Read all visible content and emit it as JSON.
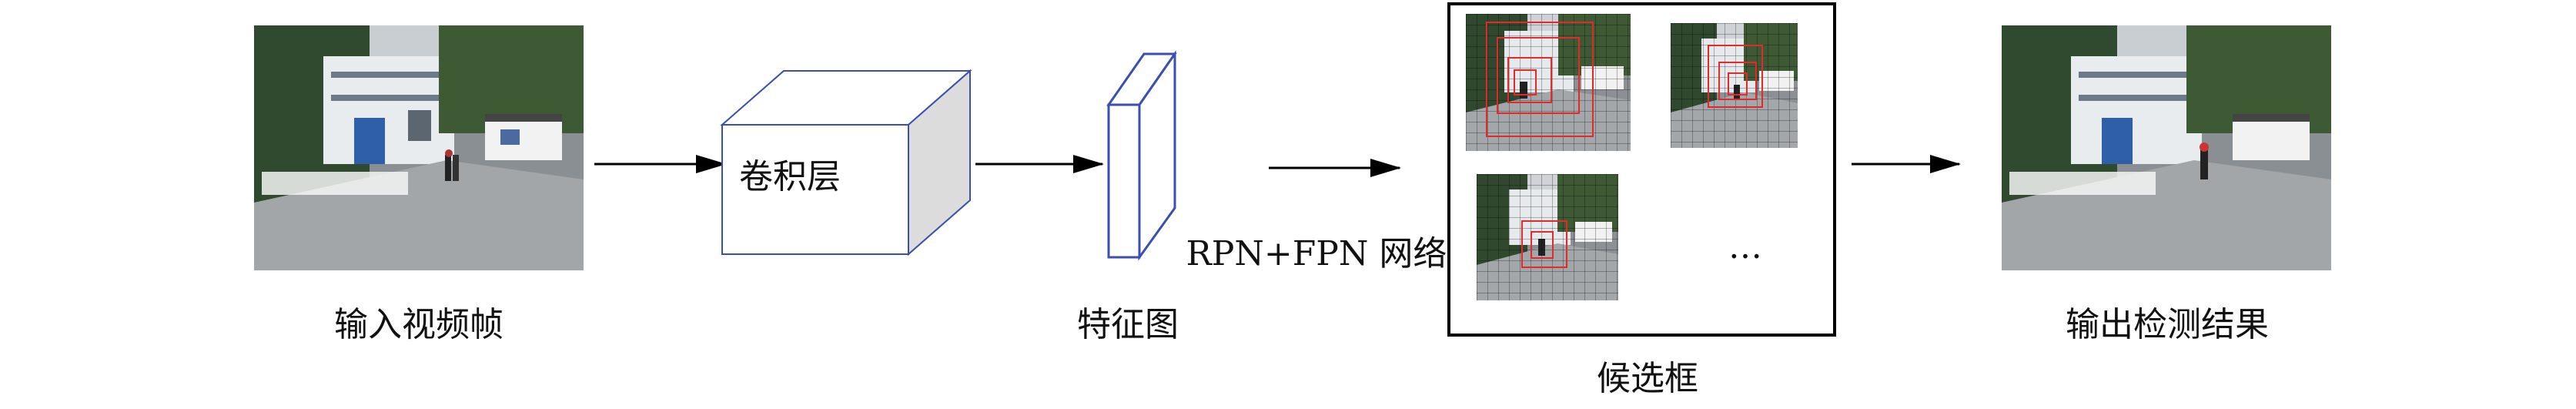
{
  "labels": {
    "input": "输入视频帧",
    "conv": "卷积层",
    "feature": "特征图",
    "rpn": "RPN+FPN 网络",
    "candidate": "候选框",
    "output": "输出检测结果",
    "ellipsis": "…"
  },
  "colors": {
    "box_outline": "#3a4fb0",
    "box_side": "#dcdcdc",
    "detect_box": "#e5282a",
    "arrow": "#000000"
  },
  "icons": {
    "scene": "street-scene-photo"
  }
}
